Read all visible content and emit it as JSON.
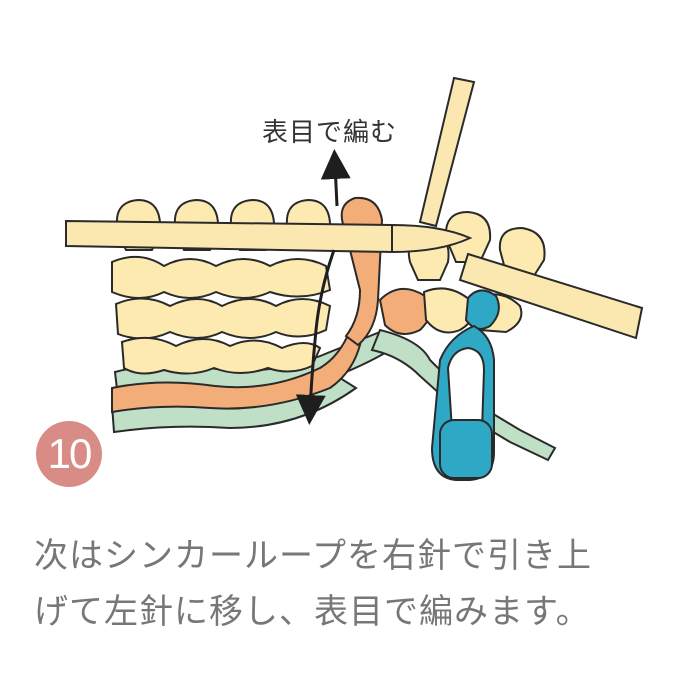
{
  "step": {
    "number": "10"
  },
  "illustration": {
    "arrow_label": "表目で編む",
    "colors": {
      "needle": "#fbe7b0",
      "yarn_main": "#fdeab0",
      "yarn_sinker": "#f2ad79",
      "yarn_green": "#bfe0c6",
      "marker": "#2fa8c6",
      "outline": "#2a2a2a",
      "badge": "#d98c85"
    }
  },
  "caption": {
    "line1": "次はシンカーループを右針で引き上",
    "line2": "げて左針に移し、表目で編みます。"
  }
}
